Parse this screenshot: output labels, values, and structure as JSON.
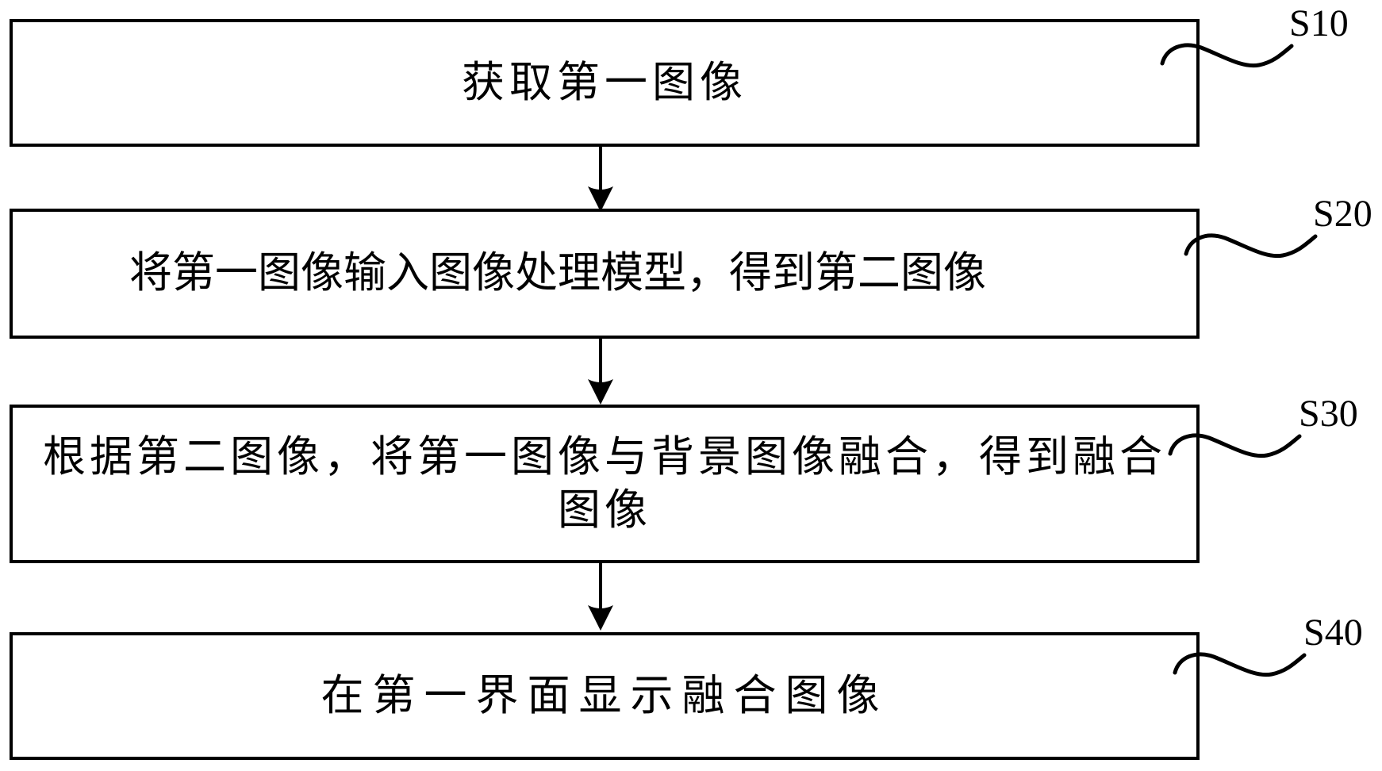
{
  "figure": {
    "type": "flowchart",
    "background_color": "#ffffff",
    "stroke_color": "#000000",
    "steps": [
      {
        "label": "S10",
        "text": "获取第一图像",
        "lines": [
          "获取第一图像"
        ]
      },
      {
        "label": "S20",
        "text": "将第一图像输入图像处理模型，得到第二图像",
        "lines": [
          "将第一图像输入图像处理模型，得到第二图像"
        ]
      },
      {
        "label": "S30",
        "text": "根据第二图像，将第一图像与背景图像融合，得到融合图像",
        "lines": [
          "根据第二图像，将第一图像与背景图像融合，得到融合",
          "图像"
        ]
      },
      {
        "label": "S40",
        "text": "在第一界面显示融合图像",
        "lines": [
          "在第一界面显示融合图像"
        ]
      }
    ],
    "connectors": [
      {
        "from": "S10",
        "to": "S20",
        "type": "arrow-down"
      },
      {
        "from": "S20",
        "to": "S30",
        "type": "arrow-down"
      },
      {
        "from": "S30",
        "to": "S40",
        "type": "arrow-down"
      }
    ]
  }
}
